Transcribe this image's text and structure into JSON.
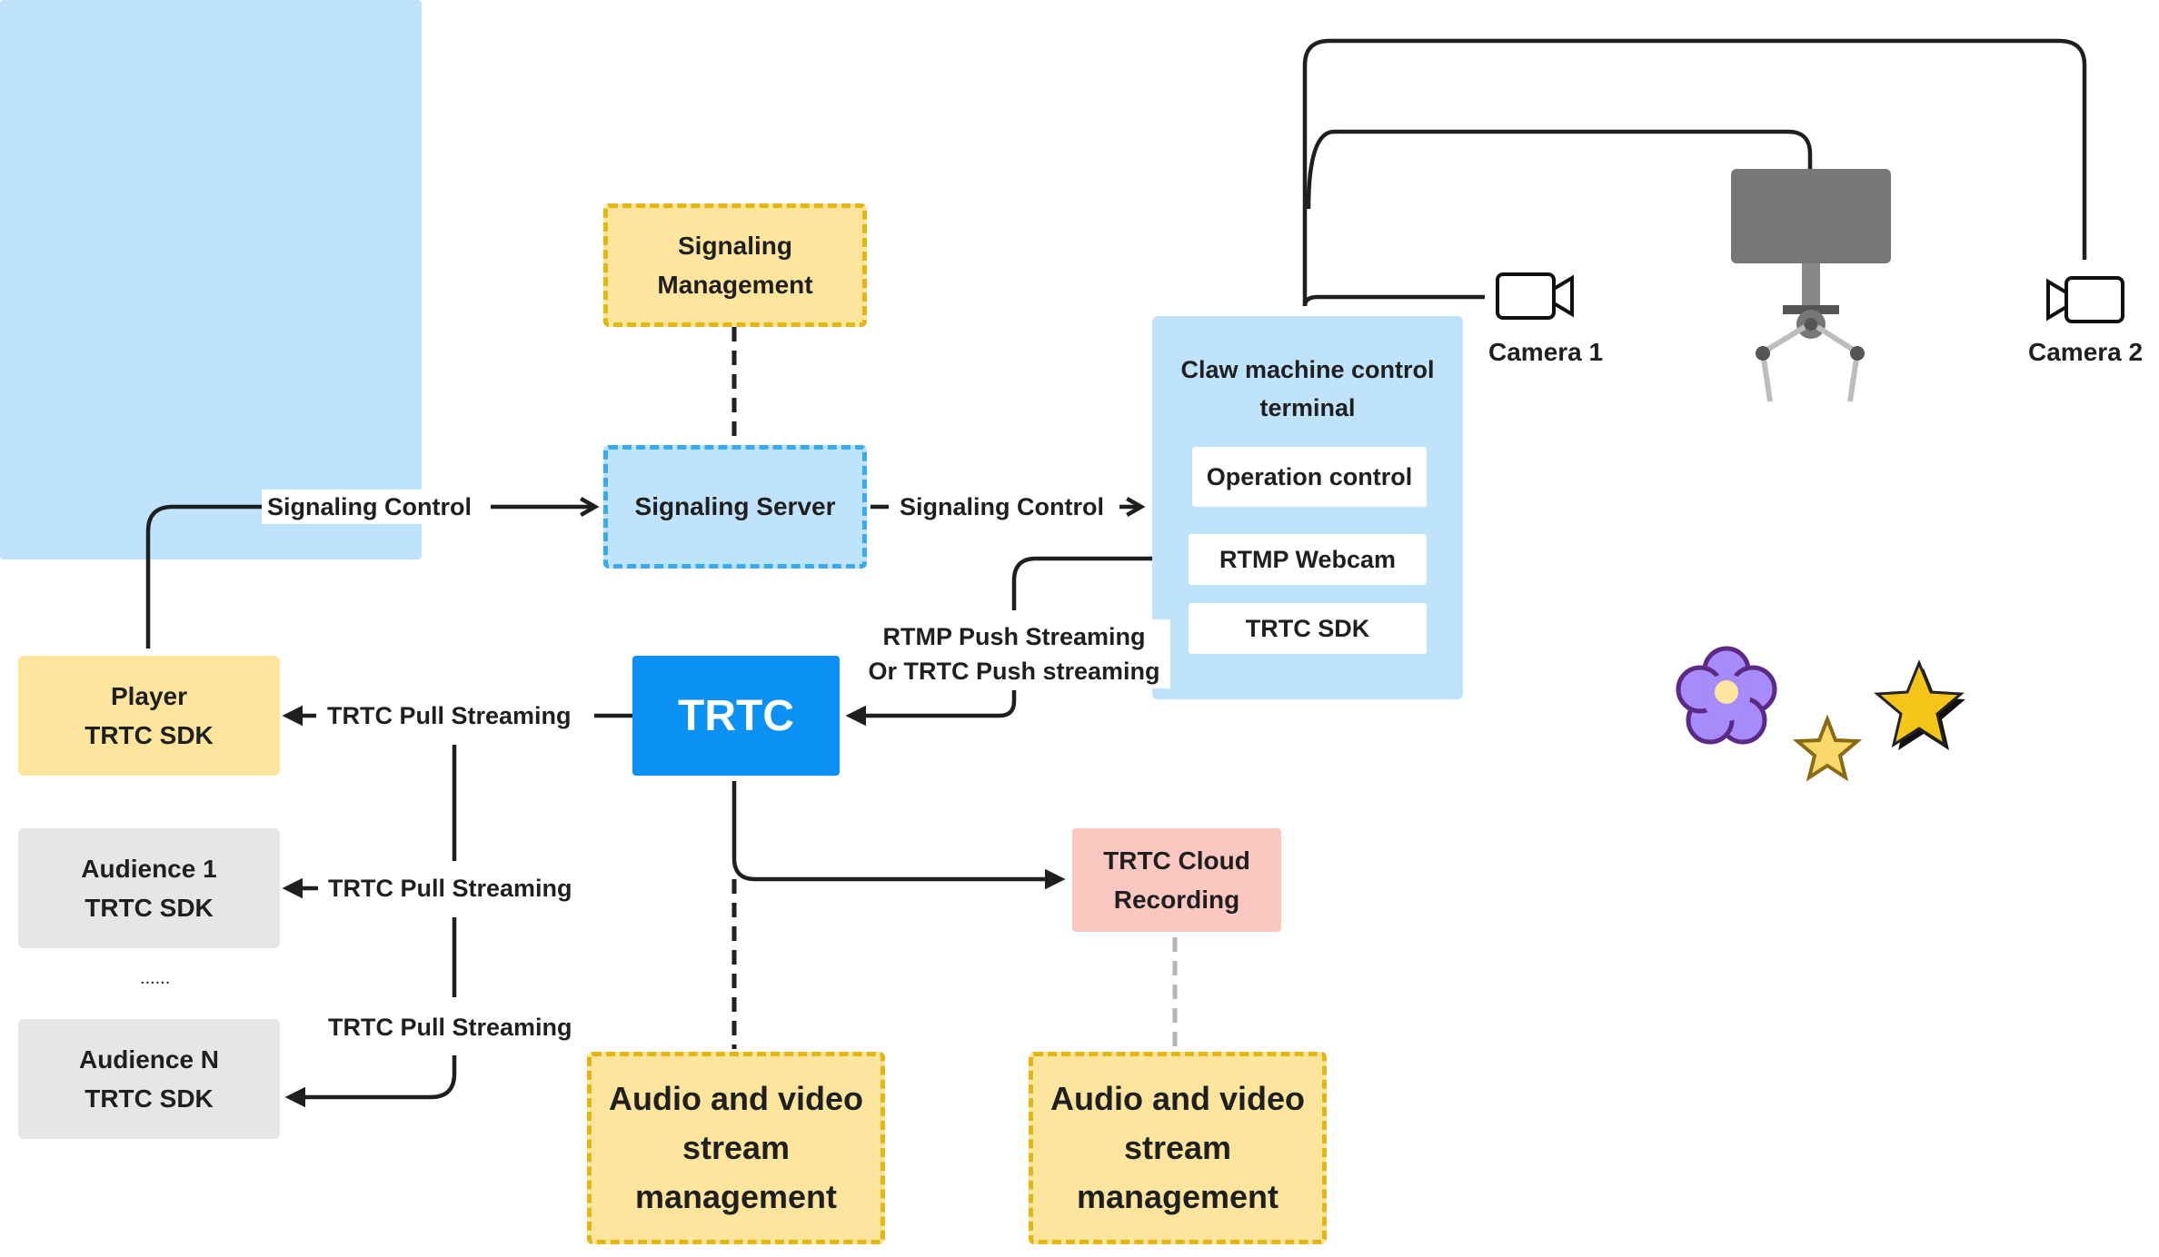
{
  "diagram": {
    "signaling_management": [
      "Signaling",
      "Management"
    ],
    "signaling_server": "Signaling Server",
    "claw_terminal": {
      "title": [
        "Claw machine control",
        "terminal"
      ],
      "operation_control": "Operation control",
      "rtmp_webcam": "RTMP Webcam",
      "trtc_sdk": "TRTC SDK"
    },
    "camera1": "Camera 1",
    "camera2": "Camera 2",
    "trtc": "TRTC",
    "player": [
      "Player",
      "TRTC SDK"
    ],
    "audience1": [
      "Audience 1",
      "TRTC SDK"
    ],
    "ellipsis": "......",
    "audienceN": [
      "Audience N",
      "TRTC SDK"
    ],
    "cloud_recording": [
      "TRTC Cloud",
      "Recording"
    ],
    "av_management_left": [
      "Audio and video",
      "stream",
      "management"
    ],
    "av_management_right": [
      "Audio and video",
      "stream",
      "management"
    ],
    "edges": {
      "player_to_server": "Signaling Control",
      "server_to_terminal": "Signaling Control",
      "push_streaming": [
        "RTMP Push Streaming",
        "Or TRTC Push streaming"
      ],
      "pull_player": "TRTC Pull Streaming",
      "pull_audience1": "TRTC Pull Streaming",
      "pull_audienceN": "TRTC Pull Streaming"
    },
    "colors": {
      "yellow_fill": "#fde59d",
      "yellow_border": "#e3b712",
      "light_blue": "#bfe3fb",
      "trtc_blue": "#0b90f4",
      "pink": "#fbc7c1",
      "gray": "#e6e6e6"
    }
  }
}
